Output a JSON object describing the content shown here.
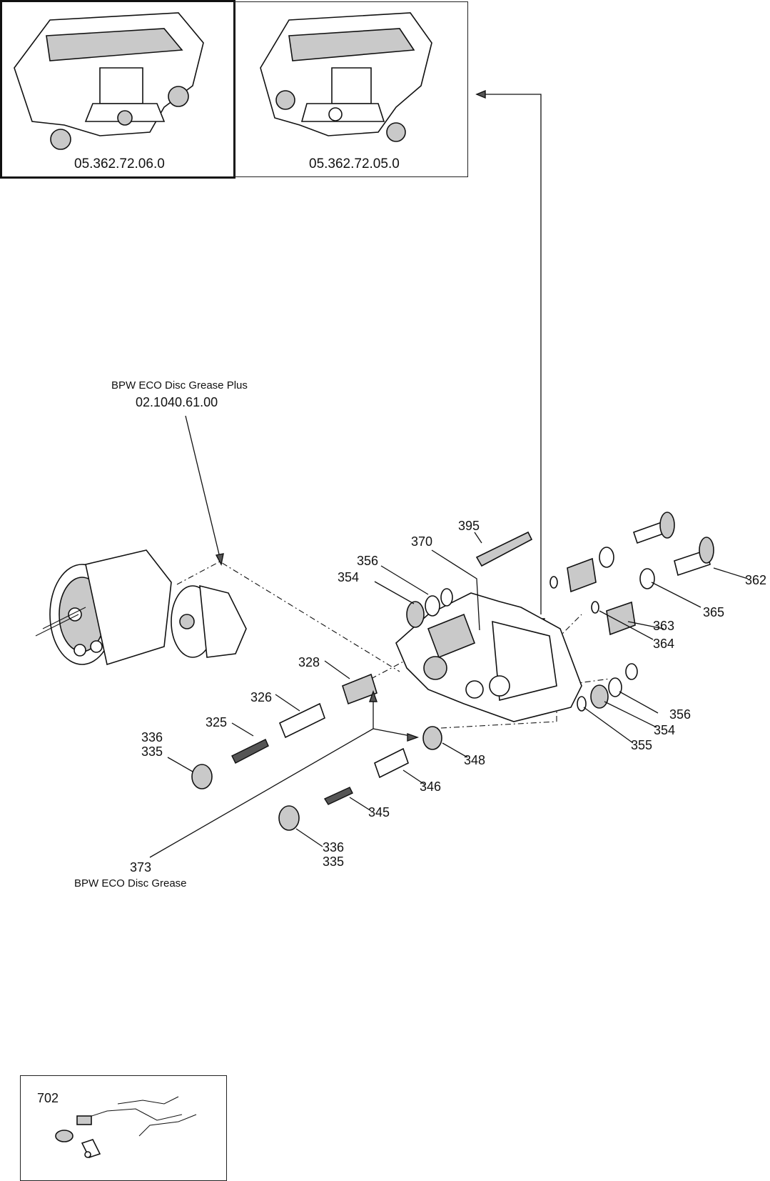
{
  "variants": [
    {
      "code": "05.362.72.06.0",
      "selected": true
    },
    {
      "code": "05.362.72.05.0",
      "selected": false
    }
  ],
  "grease_plus": {
    "name": "BPW ECO Disc Grease Plus",
    "code": "02.1040.61.00"
  },
  "grease": {
    "number": "373",
    "name": "BPW ECO Disc Grease"
  },
  "parts": {
    "p395": "395",
    "p370": "370",
    "p356a": "356",
    "p354a": "354",
    "p362": "362",
    "p365": "365",
    "p363": "363",
    "p364": "364",
    "p328": "328",
    "p326": "326",
    "p325": "325",
    "p336a": "336",
    "p335a": "335",
    "p348": "348",
    "p346": "346",
    "p345": "345",
    "p336b": "336",
    "p335b": "335",
    "p356b": "356",
    "p354b": "354",
    "p355": "355"
  },
  "inset": {
    "number": "702"
  }
}
